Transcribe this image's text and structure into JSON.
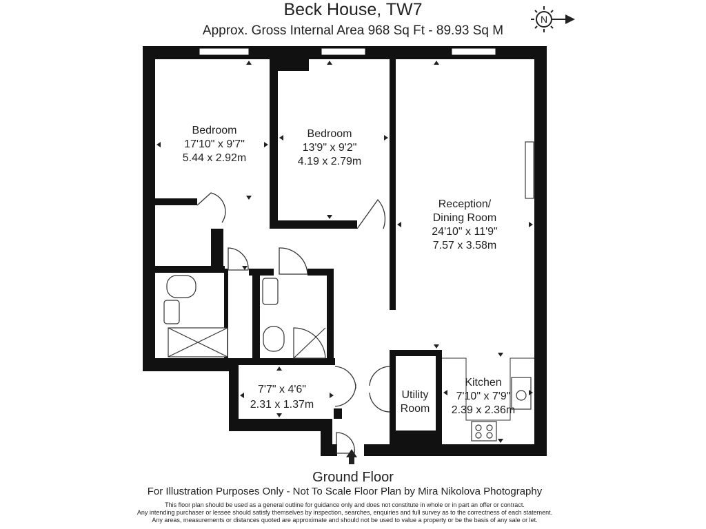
{
  "header": {
    "title": "Beck House, TW7",
    "subtitle": "Approx. Gross Internal Area  968 Sq Ft  -  89.93 Sq M"
  },
  "compass": {
    "letter": "N",
    "icon": "compass-rose-icon"
  },
  "rooms": {
    "bedroom1": {
      "name": "Bedroom",
      "imperial": "17'10\" x 9'7\"",
      "metric": "5.44 x 2.92m"
    },
    "bedroom2": {
      "name": "Bedroom",
      "imperial": "13'9\" x 9'2\"",
      "metric": "4.19 x 2.79m"
    },
    "reception": {
      "name_line1": "Reception/",
      "name_line2": "Dining Room",
      "imperial": "24'10\" x 11'9\"",
      "metric": "7.57 x 3.58m"
    },
    "kitchen": {
      "name": "Kitchen",
      "imperial": "7'10\" x 7'9\"",
      "metric": "2.39 x 2.36m"
    },
    "utility": {
      "name_line1": "Utility",
      "name_line2": "Room"
    },
    "store": {
      "imperial": "7'7\" x 4'6\"",
      "metric": "2.31 x 1.37m"
    }
  },
  "footer": {
    "floor": "Ground Floor",
    "illustration": "For Illustration Purposes Only - Not To Scale  Floor Plan by  Mira Nikolova Photography",
    "disclaimer": [
      "This floor plan should be used as a general outline for guidance only and does not constitute in whole or in part an offer or contract.",
      "Any intending purchaser or lessee should satisfy themselves by inspection, searches, enquiries and full survey as to the correctness of each statement.",
      "Any areas, measurements or distances quoted are approximate and should not be used to value a property or be the basis of any sale or let."
    ]
  },
  "colors": {
    "wall": "#111111",
    "window": "#ffffff",
    "line": "#333333"
  }
}
